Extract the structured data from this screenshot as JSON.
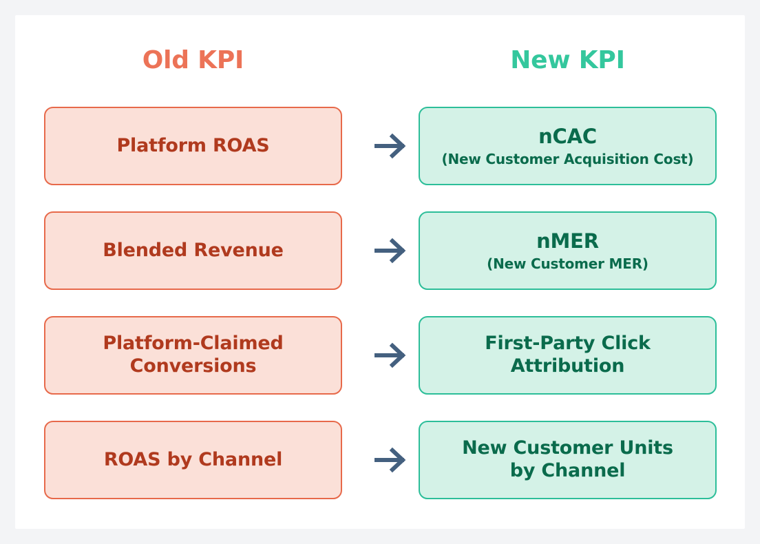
{
  "header": {
    "old_label": "Old KPI",
    "new_label": "New KPI",
    "old_color": "#EC7357",
    "new_color": "#34C79D"
  },
  "theme": {
    "page_background": "#F3F4F6",
    "card_background": "#FFFFFF",
    "old_box_fill": "#FBE0D8",
    "old_box_border": "#E7694A",
    "old_text": "#B03A1E",
    "new_box_fill": "#D4F2E7",
    "new_box_border": "#2CBE99",
    "new_text": "#0A6B4C",
    "arrow_color": "#44607F"
  },
  "rows": [
    {
      "old": "Platform ROAS",
      "new_main": "nCAC",
      "new_sub": "(New Customer Acquisition Cost)",
      "arrow_icon": "arrow-right-icon"
    },
    {
      "old": "Blended Revenue",
      "new_main": "nMER",
      "new_sub": "(New Customer MER)",
      "arrow_icon": "arrow-right-icon"
    },
    {
      "old": "Platform-Claimed\nConversions",
      "old_line1": "Platform-Claimed",
      "old_line2": "Conversions",
      "new_main": "First-Party Click Attribution",
      "new_line1": "First-Party Click",
      "new_line2": "Attribution",
      "new_sub": "",
      "arrow_icon": "arrow-right-icon"
    },
    {
      "old": "ROAS by Channel",
      "new_main": "New Customer Units by Channel",
      "new_line1": "New Customer Units",
      "new_line2": "by Channel",
      "new_sub": "",
      "arrow_icon": "arrow-right-icon"
    }
  ]
}
